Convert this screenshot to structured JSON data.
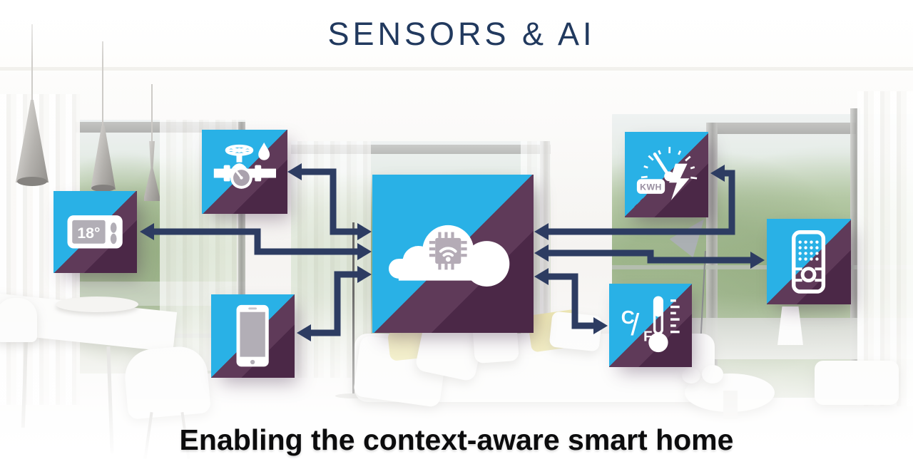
{
  "title": "SENSORS & AI",
  "caption": "Enabling the context-aware smart home",
  "colors": {
    "cyan": "#29b1e6",
    "purple": "#4b2847",
    "purple_shadow": "#5f3a59",
    "arrow_navy": "#2d3c62",
    "title_navy": "#21395e",
    "icon_gray": "#b4abb6"
  },
  "nodes": {
    "cloud_ai": {
      "icon": "cloud-chip-icon"
    },
    "water_valve": {
      "icon": "water-valve-icon"
    },
    "thermostat": {
      "icon": "thermostat-icon",
      "display": "18°"
    },
    "tablet": {
      "icon": "tablet-icon"
    },
    "energy_meter": {
      "icon": "power-meter-icon",
      "label": "KWH"
    },
    "door_intercom": {
      "icon": "intercom-icon"
    },
    "thermometer": {
      "icon": "thermometer-icon",
      "unit_c": "C",
      "unit_separator": "/",
      "unit_f": "F"
    }
  }
}
